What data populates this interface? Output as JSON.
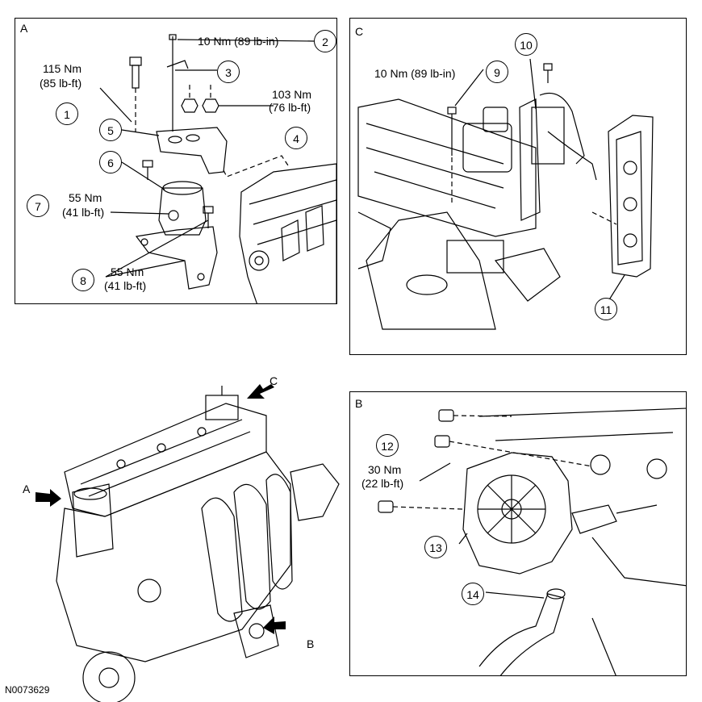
{
  "figure_id": "N0073629",
  "panels": {
    "a": {
      "letter": "A",
      "callouts": [
        "1",
        "2",
        "3",
        "4",
        "5",
        "6",
        "7",
        "8"
      ],
      "labels": {
        "c2": "10 Nm (89 lb-in)",
        "c1_line1": "115 Nm",
        "c1_line2": "(85 lb-ft)",
        "c4_line1": "103 Nm",
        "c4_line2": "(76 lb-ft)",
        "c7_line1": "55 Nm",
        "c7_line2": "(41 lb-ft)",
        "c8_line1": "55 Nm",
        "c8_line2": "(41 lb-ft)"
      }
    },
    "c": {
      "letter": "C",
      "callouts": [
        "9",
        "10",
        "11"
      ],
      "labels": {
        "c9": "10 Nm (89 lb-in)"
      }
    },
    "b": {
      "letter": "B",
      "callouts": [
        "12",
        "13",
        "14"
      ],
      "labels": {
        "c12_line1": "30 Nm",
        "c12_line2": "(22 lb-ft)"
      }
    }
  },
  "view_arrows": {
    "a": "A",
    "b": "B",
    "c": "C"
  }
}
